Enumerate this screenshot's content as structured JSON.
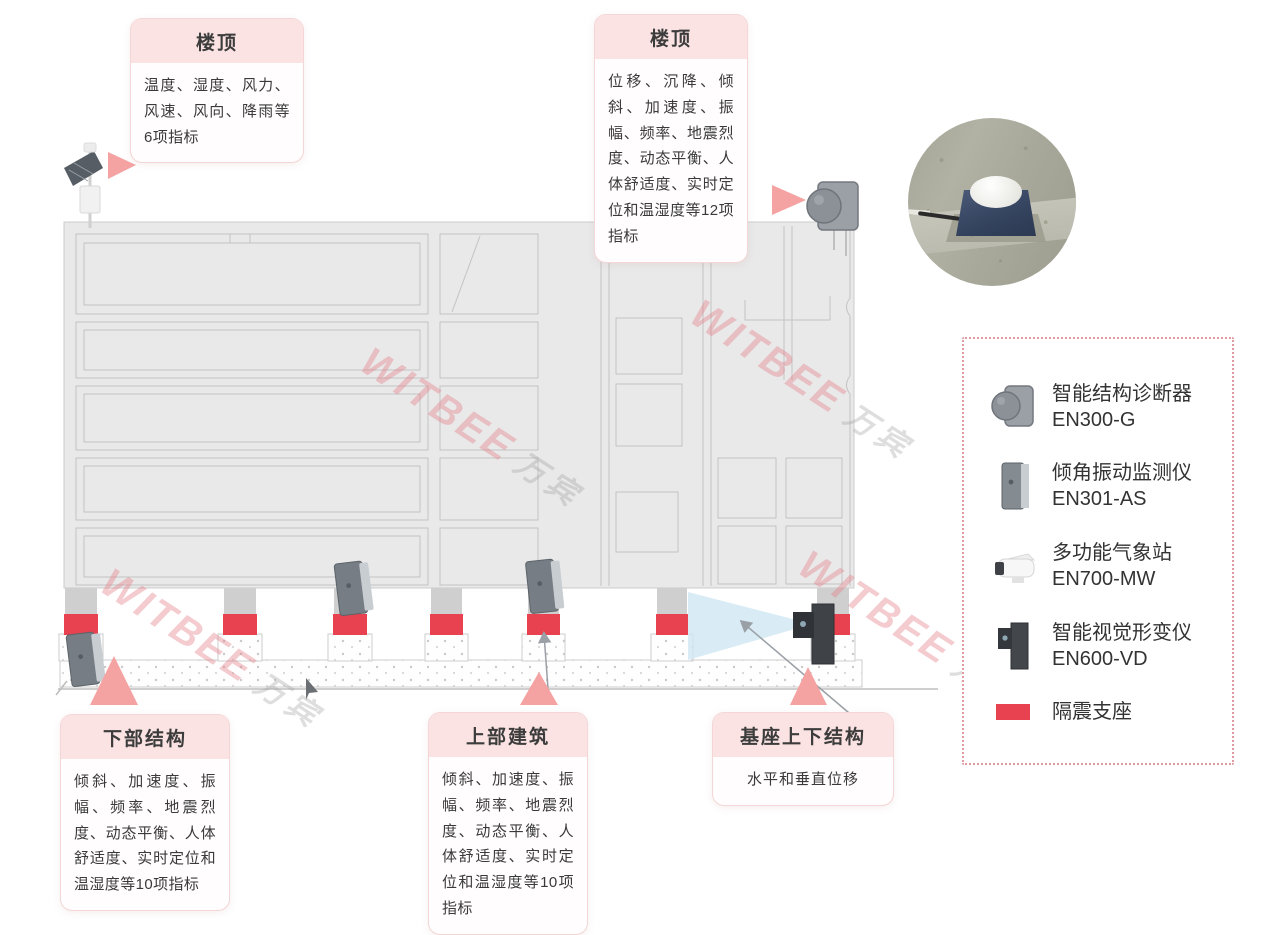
{
  "callouts": {
    "roof_left": {
      "title": "楼顶",
      "body": "温度、湿度、风力、风速、风向、降雨等6项指标"
    },
    "roof_right": {
      "title": "楼顶",
      "body": "位移、沉降、倾斜、加速度、振幅、频率、地震烈度、动态平衡、人体舒适度、实时定位和温湿度等12项指标"
    },
    "lower_structure": {
      "title": "下部结构",
      "body": "倾斜、加速度、振幅、频率、地震烈度、动态平衡、人体舒适度、实时定位和温湿度等10项指标"
    },
    "upper_building": {
      "title": "上部建筑",
      "body": "倾斜、加速度、振幅、频率、地震烈度、动态平衡、人体舒适度、实时定位和温湿度等10项指标"
    },
    "base_structure": {
      "title": "基座上下结构",
      "body": "水平和垂直位移"
    }
  },
  "legend": {
    "items": [
      {
        "icon": "structure-diagnoser-icon",
        "name": "智能结构诊断器",
        "model": "EN300-G"
      },
      {
        "icon": "tilt-vibration-monitor-icon",
        "name": "倾角振动监测仪",
        "model": "EN301-AS"
      },
      {
        "icon": "weather-station-icon",
        "name": "多功能气象站",
        "model": "EN700-MW"
      },
      {
        "icon": "visual-deformation-icon",
        "name": "智能视觉形变仪",
        "model": "EN600-VD"
      },
      {
        "icon": "isolation-bearing-swatch",
        "name": "隔震支座",
        "model": ""
      }
    ]
  },
  "watermark": {
    "brand": "WITBEE",
    "cn": "万宾"
  },
  "colors": {
    "accent_red": "#E8414F",
    "arrow_pink": "#F5A2A2",
    "callout_header": "#FBE3E3",
    "cone_blue": "#CFE7F3",
    "building_fill": "#E9E9E9"
  }
}
